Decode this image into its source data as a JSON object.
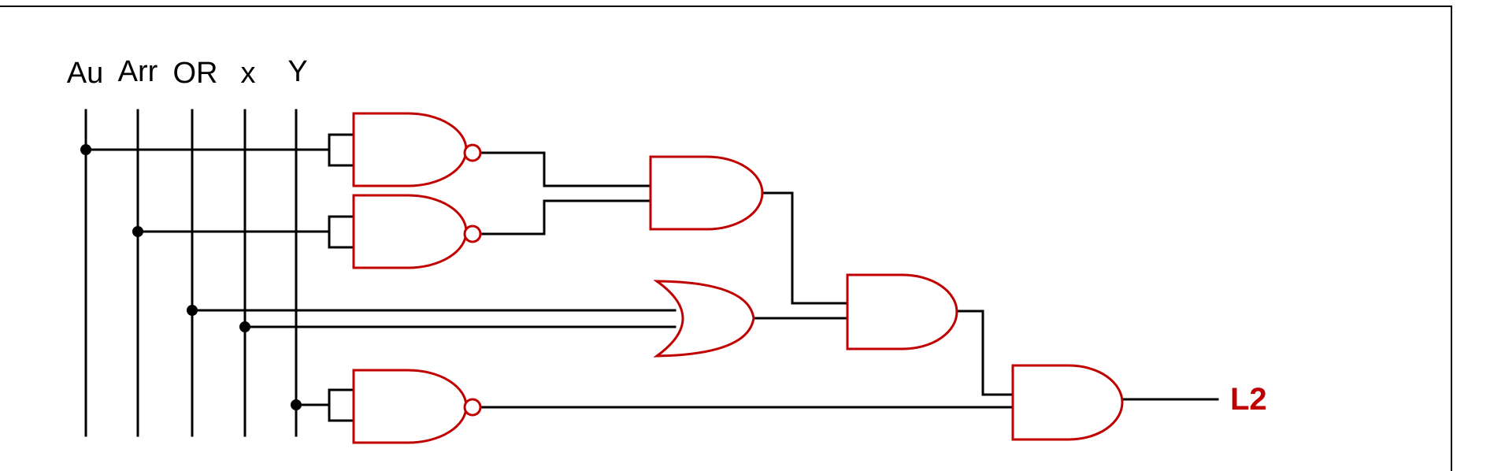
{
  "diagram": {
    "inputs": [
      {
        "label": "Au"
      },
      {
        "label": "Arr"
      },
      {
        "label": "OR"
      },
      {
        "label": "x"
      },
      {
        "label": "Y"
      }
    ],
    "output": {
      "label": "L2"
    },
    "colors": {
      "gate": "#c00000",
      "wire": "#000000",
      "output_label": "#c00000"
    },
    "gates": [
      {
        "id": "nand-1",
        "type": "NAND"
      },
      {
        "id": "nand-2",
        "type": "NAND"
      },
      {
        "id": "and-1",
        "type": "AND"
      },
      {
        "id": "or-1",
        "type": "OR"
      },
      {
        "id": "and-2",
        "type": "AND"
      },
      {
        "id": "nand-3",
        "type": "NAND"
      },
      {
        "id": "and-3",
        "type": "AND"
      }
    ]
  }
}
